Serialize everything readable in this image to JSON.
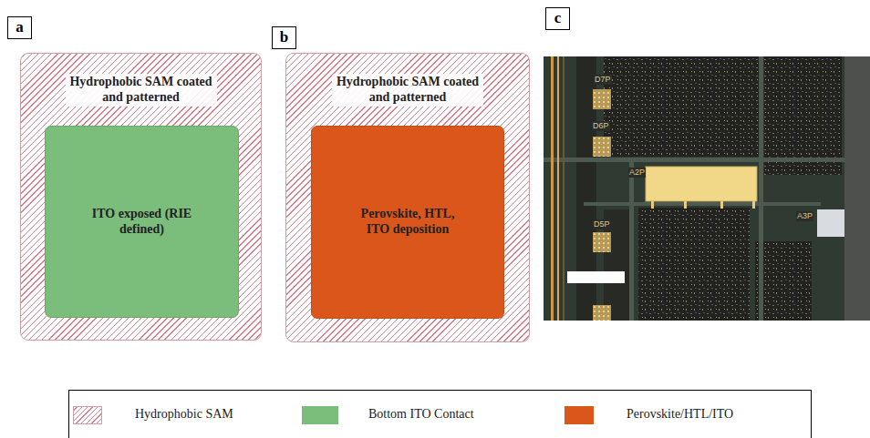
{
  "diagram": {
    "nodes": [
      {
        "text": [
          "Hydrophobic SAM coated and patterned"
        ]
      },
      {
        "text": [
          "ITO exposed (RIE defined)"
        ],
        "in": 0
      },
      {
        "text": [
          "Hydrophobic SAM coated and patterned"
        ]
      },
      {
        "text": [
          "Perovskite, HTL, ITO deposition"
        ],
        "in": 2
      }
    ],
    "labels": [
      "a",
      "b",
      "c",
      "D7P",
      "D6P",
      "D5P",
      "A2P",
      "A3P"
    ],
    "legend": [
      {
        "text": "Hydrophobic SAM"
      },
      {
        "text": "Bottom ITO Contact",
        "color": "#7bbd7b"
      },
      {
        "text": "Perovskite/HTL/ITO",
        "color": "#db561b"
      }
    ]
  }
}
